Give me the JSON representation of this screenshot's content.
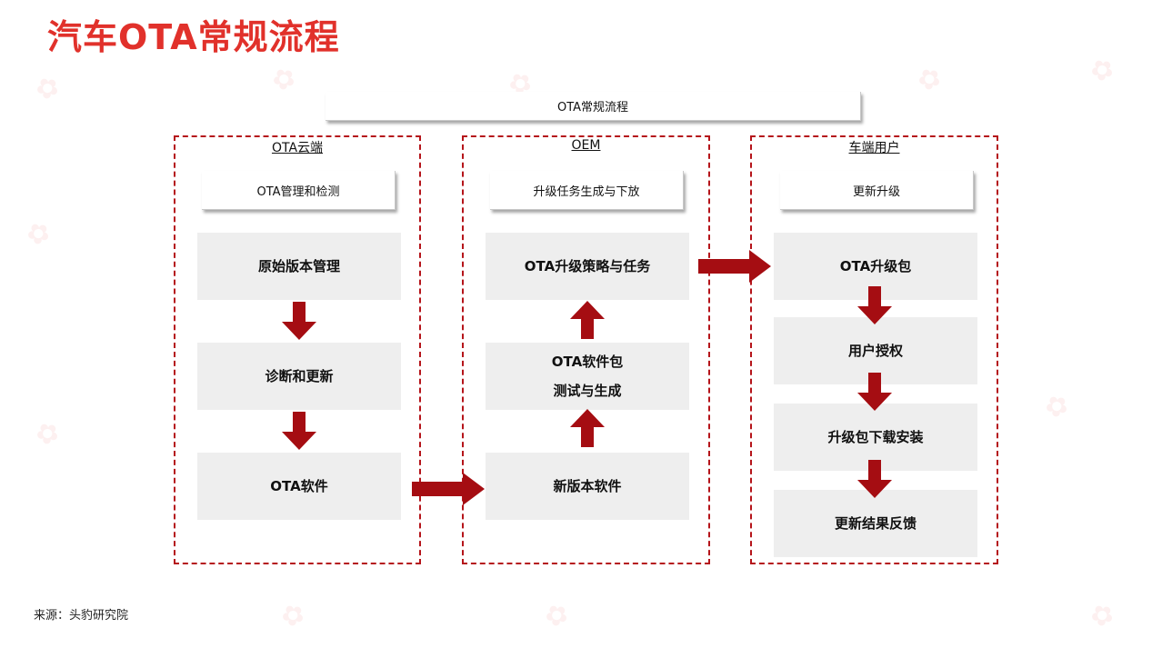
{
  "title": "汽车OTA常规流程",
  "banner": "OTA常规流程",
  "columns": [
    {
      "title": "OTA云端",
      "subhead": "OTA管理和检测",
      "boxes": [
        "原始版本管理",
        "诊断和更新",
        "OTA软件"
      ]
    },
    {
      "title": "OEM",
      "subhead": "升级任务生成与下放",
      "boxes": [
        "OTA升级策略与任务",
        "OTA软件包",
        "测试与生成",
        "新版本软件"
      ]
    },
    {
      "title": "车端用户",
      "subhead": "更新升级",
      "boxes": [
        "OTA升级包",
        "用户授权",
        "升级包下载安装",
        "更新结果反馈"
      ]
    }
  ],
  "source": "来源：头豹研究院",
  "colors": {
    "accent": "#e1312b",
    "arrow": "#a50d12",
    "box": "#eeeeee"
  }
}
